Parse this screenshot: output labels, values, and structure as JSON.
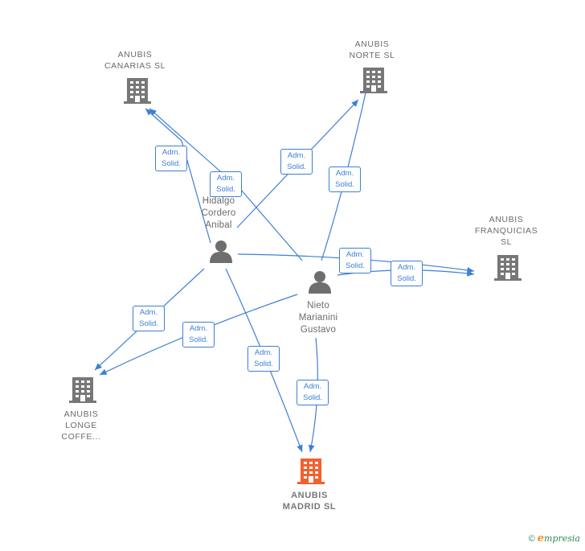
{
  "colors": {
    "edge": "#3d7fd6",
    "company": "#777777",
    "focus_company": "#f0622d",
    "person": "#6e6e6e"
  },
  "nodes": {
    "canarias": {
      "label": "ANUBIS\nCANARIAS  SL",
      "icon": "building-icon"
    },
    "norte": {
      "label": "ANUBIS\nNORTE  SL",
      "icon": "building-icon"
    },
    "franquicias": {
      "label": "ANUBIS\nFRANQUICIAS\nSL",
      "icon": "building-icon"
    },
    "longe": {
      "label": "ANUBIS\nLONGE\nCOFFE...",
      "icon": "building-icon"
    },
    "madrid": {
      "label": "ANUBIS\nMADRID  SL",
      "icon": "building-icon"
    },
    "hidalgo": {
      "label": "Hidalgo\nCordero\nAnibal",
      "icon": "person-icon"
    },
    "nieto": {
      "label": "Nieto\nMarianini\nGustavo",
      "icon": "person-icon"
    }
  },
  "edges": [
    {
      "from": "Hidalgo Cordero Anibal",
      "to": "ANUBIS CANARIAS SL",
      "label": "Adm.\nSolid."
    },
    {
      "from": "Nieto Marianini Gustavo",
      "to": "ANUBIS CANARIAS SL",
      "label": "Adm.\nSolid."
    },
    {
      "from": "Hidalgo Cordero Anibal",
      "to": "ANUBIS NORTE SL",
      "label": "Adm.\nSolid."
    },
    {
      "from": "Nieto Marianini Gustavo",
      "to": "ANUBIS NORTE SL",
      "label": "Adm.\nSolid."
    },
    {
      "from": "Hidalgo Cordero Anibal",
      "to": "ANUBIS FRANQUICIAS SL",
      "label": "Adm.\nSolid."
    },
    {
      "from": "Nieto Marianini Gustavo",
      "to": "ANUBIS FRANQUICIAS SL",
      "label": "Adm.\nSolid."
    },
    {
      "from": "Hidalgo Cordero Anibal",
      "to": "ANUBIS LONGE COFFE...",
      "label": "Adm.\nSolid."
    },
    {
      "from": "Nieto Marianini Gustavo",
      "to": "ANUBIS LONGE COFFE...",
      "label": "Adm.\nSolid."
    },
    {
      "from": "Hidalgo Cordero Anibal",
      "to": "ANUBIS MADRID SL",
      "label": "Adm.\nSolid."
    },
    {
      "from": "Nieto Marianini Gustavo",
      "to": "ANUBIS MADRID SL",
      "label": "Adm.\nSolid."
    }
  ],
  "footer": {
    "copyright": "©",
    "brand_initial": "e",
    "brand_rest": "mpresia"
  }
}
